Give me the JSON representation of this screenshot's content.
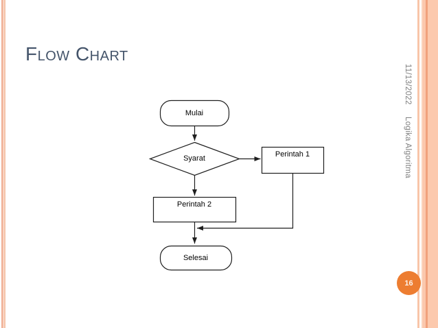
{
  "slide": {
    "title": "Flow Chart",
    "page_number": "16",
    "sidebar": {
      "date": "11/13/2022",
      "course": "Logika Algoritma"
    },
    "colors": {
      "title_text": "#44546A",
      "sidebar_text": "#7F7F7F",
      "badge_orange": "#ED7D31",
      "stripe_peach": "#F6C3A8",
      "node_border": "#1F1F1F"
    }
  },
  "flowchart": {
    "nodes": [
      {
        "id": "mulai",
        "type": "terminator",
        "label": "Mulai"
      },
      {
        "id": "syarat",
        "type": "decision",
        "label": "Syarat"
      },
      {
        "id": "perintah1",
        "type": "process",
        "label": "Perintah 1"
      },
      {
        "id": "perintah2",
        "type": "process",
        "label": "Perintah 2"
      },
      {
        "id": "selesai",
        "type": "terminator",
        "label": "Selesai"
      }
    ],
    "edges": [
      {
        "from": "mulai",
        "to": "syarat"
      },
      {
        "from": "syarat",
        "to": "perintah1"
      },
      {
        "from": "syarat",
        "to": "perintah2"
      },
      {
        "from": "perintah1",
        "to": "perintah2-selesai-connector"
      },
      {
        "from": "perintah2",
        "to": "selesai"
      }
    ]
  }
}
